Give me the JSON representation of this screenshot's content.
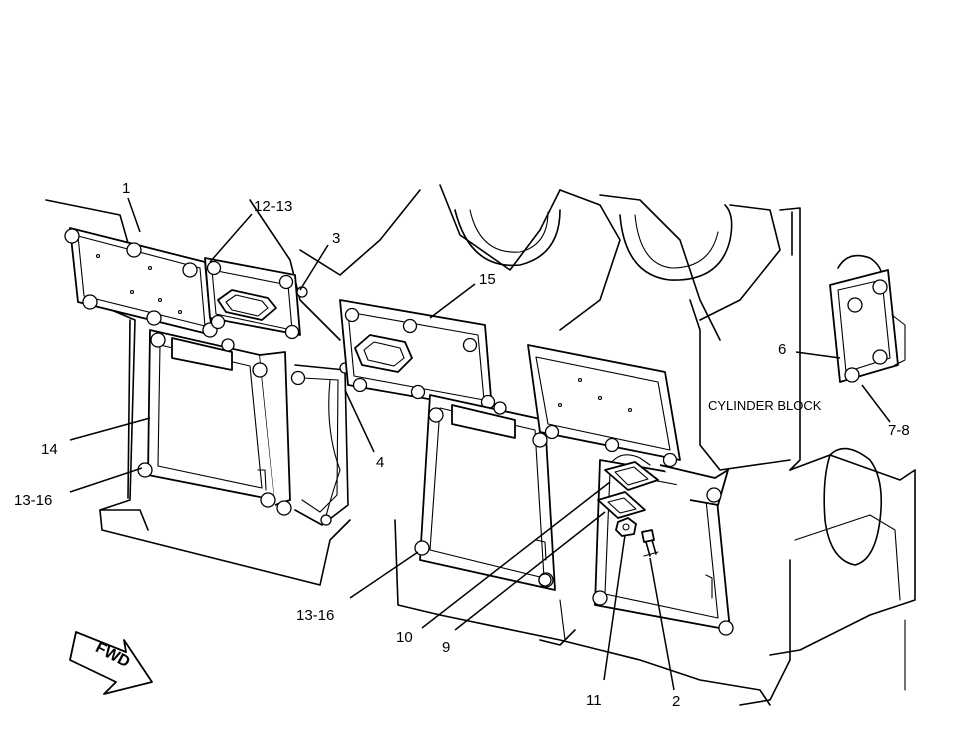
{
  "diagram": {
    "block_label": "CYLINDER BLOCK",
    "direction_label": "FWD",
    "callouts": [
      {
        "id": "c1",
        "text": "1"
      },
      {
        "id": "c12-13",
        "text": "12-13"
      },
      {
        "id": "c3",
        "text": "3"
      },
      {
        "id": "c15",
        "text": "15"
      },
      {
        "id": "c6",
        "text": "6"
      },
      {
        "id": "c7-8",
        "text": "7-8"
      },
      {
        "id": "c14",
        "text": "14"
      },
      {
        "id": "c13-16a",
        "text": "13-16"
      },
      {
        "id": "c4",
        "text": "4"
      },
      {
        "id": "c13-16b",
        "text": "13-16"
      },
      {
        "id": "c10",
        "text": "10"
      },
      {
        "id": "c9",
        "text": "9"
      },
      {
        "id": "c11",
        "text": "11"
      },
      {
        "id": "c2",
        "text": "2"
      }
    ]
  }
}
